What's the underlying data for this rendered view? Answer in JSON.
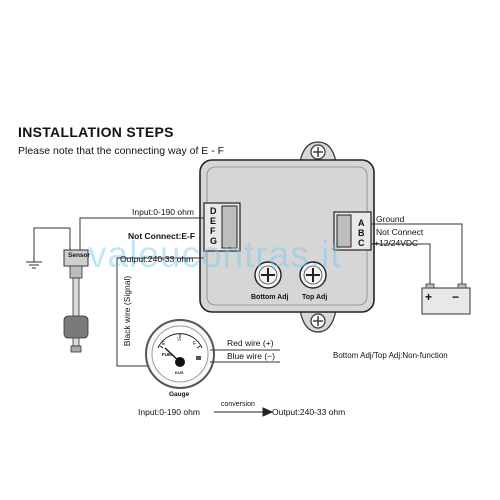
{
  "header": {
    "title": "INSTALLATION STEPS",
    "subtitle": "Please note that the connecting way of E - F"
  },
  "left_connector": {
    "pins": [
      "D",
      "E",
      "F",
      "G"
    ]
  },
  "right_connector": {
    "pins": [
      "A",
      "B",
      "C"
    ]
  },
  "wires": {
    "input": "Input:0-190 ohm",
    "not_connect_ef": "Not Connect:E-F",
    "output": "Output:240-33 ohm",
    "ground": "Ground",
    "not_connect": "Not Connect",
    "power": "+12/24VDC",
    "signal": "Black wire (Signal)",
    "red": "Red wire (+)",
    "blue": "Blue wire (−)"
  },
  "knobs": {
    "bottom": "Bottom Adj",
    "top": "Top Adj"
  },
  "sensor_label": "Sensor",
  "gauge": {
    "label": "Gauge",
    "face_text": "FUEL",
    "brand": "KUS",
    "ticks": [
      "E",
      "½",
      "F"
    ]
  },
  "battery": {
    "plus": "+",
    "minus": "−"
  },
  "note": "Bottom Adj/Top Adj:Non-function",
  "conversion": {
    "input": "Input:0-190 ohm",
    "arrow_label": "conversion",
    "output": "Output:240-33 ohm"
  },
  "watermark": "valeucontras.it"
}
